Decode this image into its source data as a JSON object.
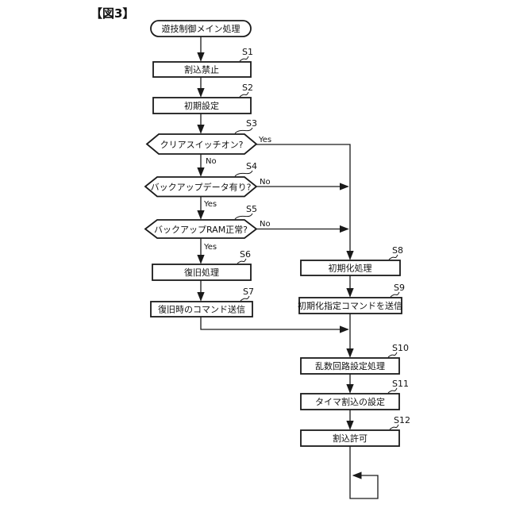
{
  "figure": {
    "label": "【図3】"
  },
  "flowchart": {
    "start": "遊技制御メイン処理",
    "steps": [
      {
        "id": "S1",
        "label": "割込禁止",
        "type": "process"
      },
      {
        "id": "S2",
        "label": "初期設定",
        "type": "process"
      },
      {
        "id": "S3",
        "label": "クリアスイッチオン?",
        "type": "decision",
        "right": "Yes",
        "down": "No"
      },
      {
        "id": "S4",
        "label": "バックアップデータ有り?",
        "type": "decision",
        "right": "No",
        "down": "Yes"
      },
      {
        "id": "S5",
        "label": "バックアップRAM正常?",
        "type": "decision",
        "right": "No",
        "down": "Yes"
      },
      {
        "id": "S6",
        "label": "復旧処理",
        "type": "process"
      },
      {
        "id": "S7",
        "label": "復旧時のコマンド送信",
        "type": "process"
      },
      {
        "id": "S8",
        "label": "初期化処理",
        "type": "process"
      },
      {
        "id": "S9",
        "label": "初期化指定コマンドを送信",
        "type": "process"
      },
      {
        "id": "S10",
        "label": "乱数回路設定処理",
        "type": "process"
      },
      {
        "id": "S11",
        "label": "タイマ割込の設定",
        "type": "process"
      },
      {
        "id": "S12",
        "label": "割込許可",
        "type": "process"
      }
    ],
    "line_color": "#1a1a1a",
    "background_color": "#ffffff"
  }
}
